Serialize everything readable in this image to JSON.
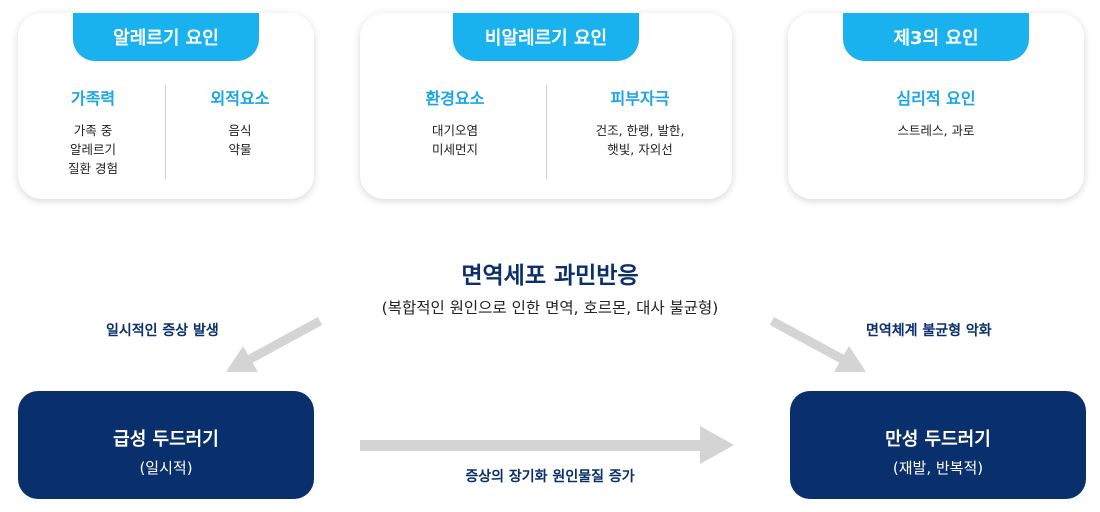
{
  "cards": [
    {
      "tab": "알레르기 요인",
      "columns": [
        {
          "heading": "가족력",
          "body": "가족 중\n알레르기\n질환 경험"
        },
        {
          "heading": "외적요소",
          "body": "음식\n약물"
        }
      ]
    },
    {
      "tab": "비알레르기 요인",
      "columns": [
        {
          "heading": "환경요소",
          "body": "대기오염\n미세먼지"
        },
        {
          "heading": "피부자극",
          "body": "건조, 한랭, 발한,\n햇빛, 자외선"
        }
      ]
    },
    {
      "tab": "제3의 요인",
      "columns": [
        {
          "heading": "심리적 요인",
          "body": "스트레스, 과로"
        }
      ]
    }
  ],
  "center": {
    "title": "면역세포 과민반응",
    "subtitle": "(복합적인 원인으로 인한 면역, 호르몬, 대사 불균형)"
  },
  "left_label": "일시적인 증상 발생",
  "right_label": "면역체계 불균형 악화",
  "acute": {
    "title": "급성 두드러기",
    "subtitle": "(일시적)"
  },
  "chronic": {
    "title": "만성 두드러기",
    "subtitle": "(재발, 반복적)"
  },
  "bottom_label": "증상의 장기화 원인물질 증가",
  "colors": {
    "tab": "#19b2ee",
    "heading": "#1aa5e6",
    "navy": "#0a2f6d",
    "arrow": "#d4d4d4"
  }
}
